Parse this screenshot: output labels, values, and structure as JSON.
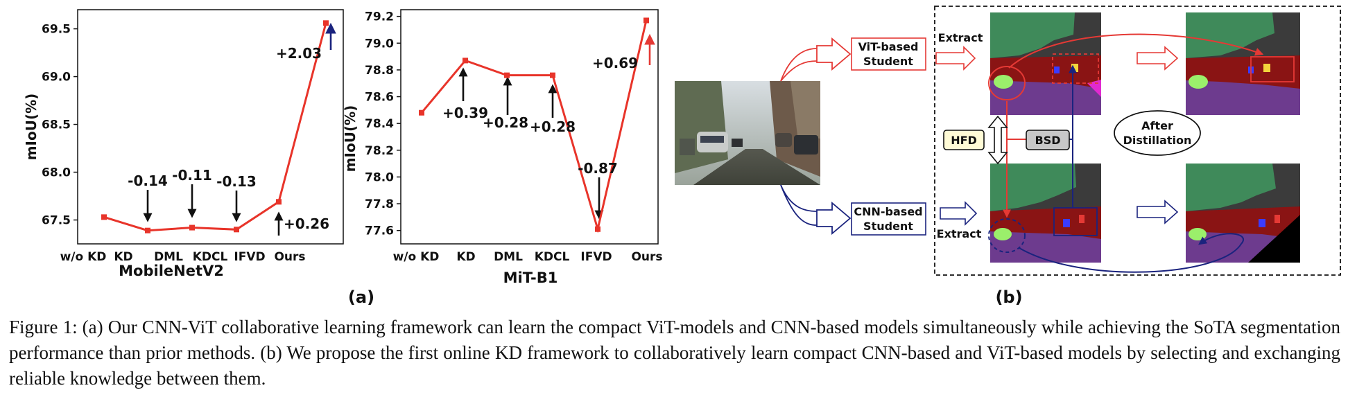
{
  "chart_data": [
    {
      "type": "line",
      "categories": [
        "w/o KD",
        "KD",
        "DML",
        "KDCL",
        "IFVD",
        "Ours"
      ],
      "values": [
        67.53,
        67.39,
        67.42,
        67.4,
        67.69,
        69.56
      ],
      "xlabel": "MobileNetV2",
      "ylabel": "mIoU(%)",
      "ylim": [
        67.25,
        69.7
      ],
      "yticks": [
        "67.5",
        "68.0",
        "68.5",
        "69.0",
        "69.5"
      ],
      "annotations": [
        "-0.14",
        "-0.11",
        "-0.13",
        "+0.26",
        "+2.03"
      ],
      "color": "#e8342a"
    },
    {
      "type": "line",
      "categories": [
        "w/o KD",
        "KD",
        "DML",
        "KDCL",
        "IFVD",
        "Ours"
      ],
      "values": [
        78.48,
        78.87,
        78.76,
        78.76,
        77.61,
        79.17
      ],
      "xlabel": "MiT-B1",
      "ylabel": "mIoU(%)",
      "ylim": [
        77.5,
        79.25
      ],
      "yticks": [
        "77.6",
        "77.8",
        "78.0",
        "78.2",
        "78.4",
        "78.6",
        "78.8",
        "79.0",
        "79.2"
      ],
      "annotations": [
        "+0.39",
        "+0.28",
        "+0.28",
        "-0.87",
        "+0.69"
      ],
      "color": "#e8342a"
    }
  ],
  "panel_labels": {
    "a": "(a)",
    "b": "(b)"
  },
  "diagram": {
    "vit_student": [
      "ViT-based",
      "Student"
    ],
    "cnn_student": [
      "CNN-based",
      "Student"
    ],
    "extract_top": "Extract",
    "extract_bottom": "Extract",
    "hfd": "HFD",
    "bsd": "BSD",
    "after_distillation": [
      "After",
      "Distillation"
    ],
    "colors": {
      "vit": "#e53935",
      "cnn": "#1a237e",
      "hfd_fill": "#fffbd6",
      "bsd_fill": "#c8c8c8"
    }
  },
  "caption": {
    "text": "Figure 1: (a) Our CNN-ViT collaborative learning framework can learn the compact ViT-models and CNN-based models simultaneously while achieving the SoTA segmentation performance than prior methods. (b) We propose the first online KD framework to collaboratively learn compact CNN-based and ViT-based models by selecting and exchanging reliable knowledge between them."
  }
}
